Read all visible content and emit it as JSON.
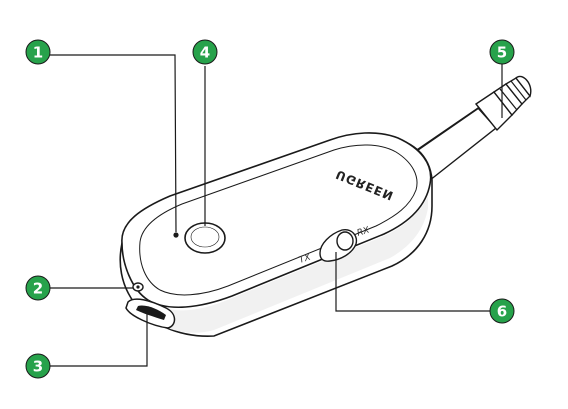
{
  "device": {
    "brand_text": "UGREEN",
    "switch_left_label": "TX",
    "switch_right_label": "RX"
  },
  "callouts": [
    {
      "number": "1",
      "target": "status-led"
    },
    {
      "number": "2",
      "target": "aux-port"
    },
    {
      "number": "3",
      "target": "usb-charging-port"
    },
    {
      "number": "4",
      "target": "multifunction-button"
    },
    {
      "number": "5",
      "target": "audio-plug"
    },
    {
      "number": "6",
      "target": "tx-rx-switch"
    }
  ],
  "colors": {
    "callout_fill": "#27a24b",
    "callout_line": "#1a1a1a",
    "device_outline": "#1a1a1a",
    "device_body": "#ffffff",
    "device_shadow": "#f1f1f1"
  }
}
